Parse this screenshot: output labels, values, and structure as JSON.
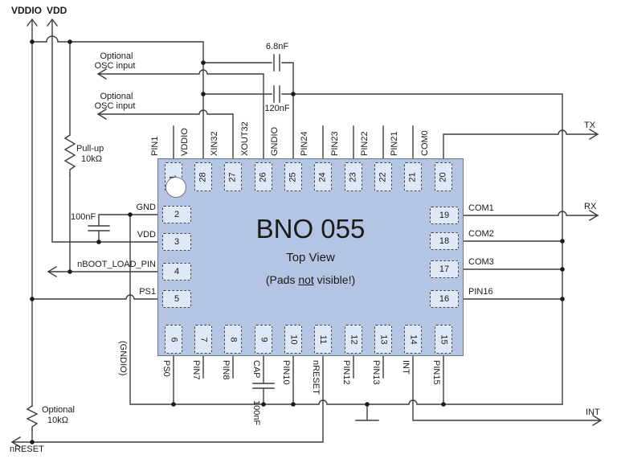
{
  "supply": {
    "vddio": "VDDIO",
    "vdd": "VDD"
  },
  "pullup": {
    "l1": "Pull-up",
    "l2": "10kΩ"
  },
  "optional_res": {
    "l1": "Optional",
    "l2": "10kΩ"
  },
  "osc1": {
    "l1": "Optional",
    "l2": "OSC input"
  },
  "osc2": {
    "l1": "Optional",
    "l2": "OSC input"
  },
  "caps": {
    "c68": "6.8nF",
    "c120": "120nF",
    "c100_left": "100nF",
    "c100_bottom": "100nF"
  },
  "signals": {
    "tx": "TX",
    "rx": "RX",
    "int": "INT",
    "nreset": "nRESET",
    "gndio_note": "(GNDIO)"
  },
  "chip": {
    "name": "BNO 055",
    "view": "Top View",
    "note1": "(Pads ",
    "note2": "not",
    "note3": " visible!)",
    "pads_top": [
      {
        "n": "1",
        "label": "PIN1"
      },
      {
        "n": "28",
        "label": "VDDIO"
      },
      {
        "n": "27",
        "label": "XIN32"
      },
      {
        "n": "26",
        "label": "XOUT32"
      },
      {
        "n": "25",
        "label": "GNDIO"
      },
      {
        "n": "24",
        "label": "PIN24"
      },
      {
        "n": "23",
        "label": "PIN23"
      },
      {
        "n": "22",
        "label": "PIN22"
      },
      {
        "n": "21",
        "label": "PIN21"
      },
      {
        "n": "20",
        "label": "COM0"
      }
    ],
    "pads_bottom": [
      {
        "n": "6",
        "label": "PS0"
      },
      {
        "n": "7",
        "label": "PIN7"
      },
      {
        "n": "8",
        "label": "PIN8"
      },
      {
        "n": "9",
        "label": "CAP"
      },
      {
        "n": "10",
        "label": "PIN10"
      },
      {
        "n": "11",
        "label": "nRESET"
      },
      {
        "n": "12",
        "label": "PIN12"
      },
      {
        "n": "13",
        "label": "PIN13"
      },
      {
        "n": "14",
        "label": "INT"
      },
      {
        "n": "15",
        "label": "PIN15"
      }
    ],
    "pads_left": [
      {
        "n": "2",
        "label": "GND"
      },
      {
        "n": "3",
        "label": "VDD"
      },
      {
        "n": "4",
        "label": "nBOOT_LOAD_PIN"
      },
      {
        "n": "5",
        "label": "PS1"
      }
    ],
    "pads_right": [
      {
        "n": "19",
        "label": "COM1"
      },
      {
        "n": "18",
        "label": "COM2"
      },
      {
        "n": "17",
        "label": "COM3"
      },
      {
        "n": "16",
        "label": "PIN16"
      }
    ]
  },
  "colors": {
    "chip_fill": "#b3c5e3",
    "pad_fill": "#dfe8f6",
    "wire": "#3d3d3d"
  }
}
